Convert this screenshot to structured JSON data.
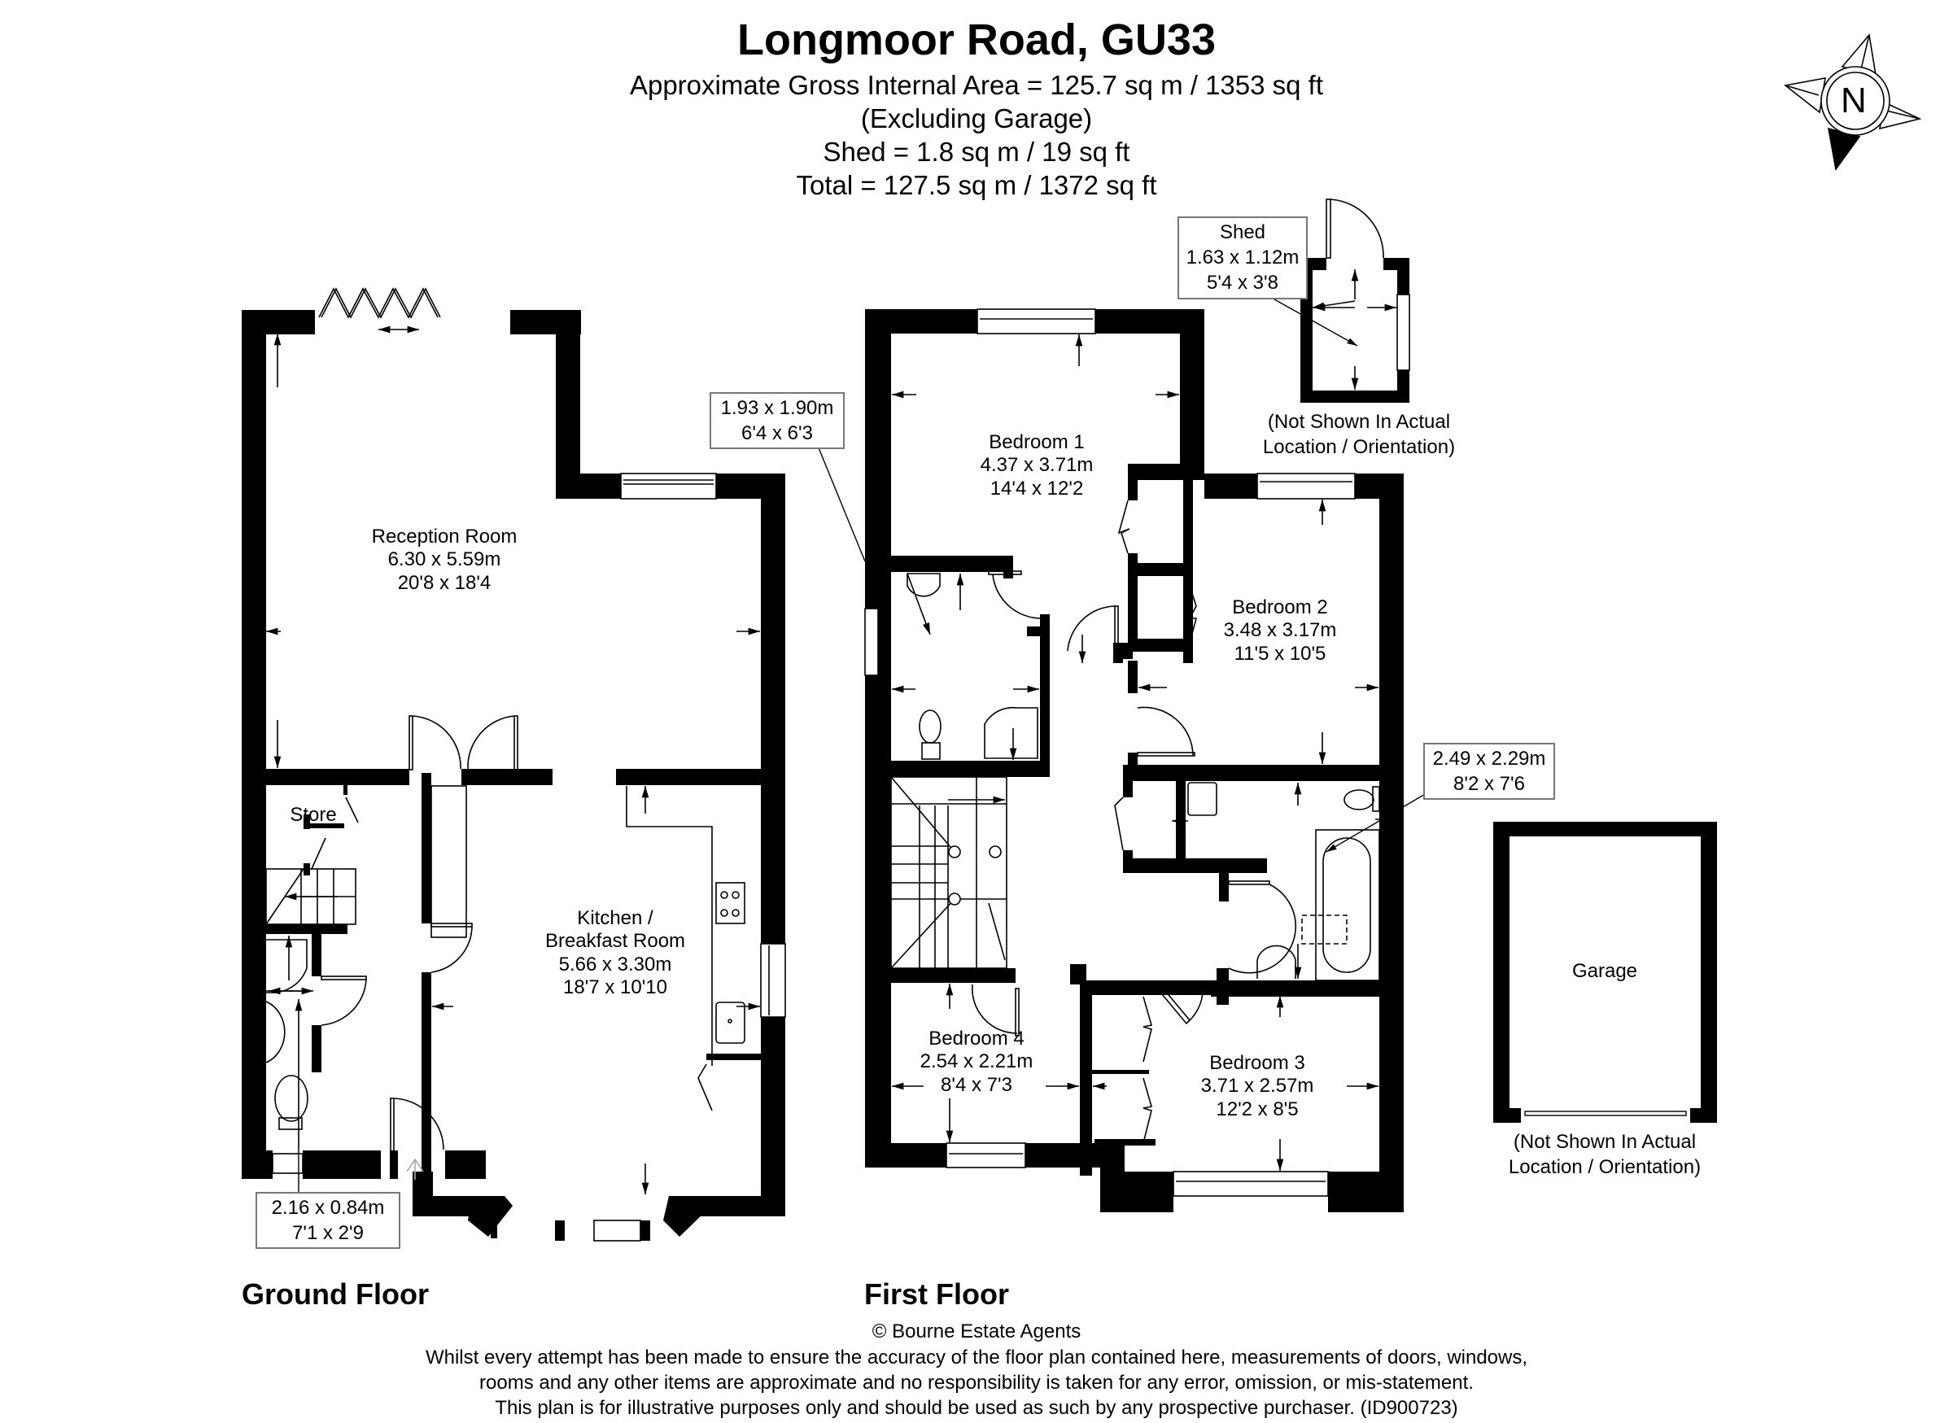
{
  "header": {
    "title": "Longmoor Road, GU33",
    "gia": "Approximate Gross Internal Area = 125.7 sq m / 1353 sq ft",
    "gia_note": "(Excluding Garage)",
    "shed_area": "Shed = 1.8 sq m / 19 sq ft",
    "total_area": "Total = 127.5 sq m / 1372 sq ft"
  },
  "compass": {
    "label": "N",
    "icon": "north-compass-icon"
  },
  "ground_floor": {
    "label": "Ground Floor",
    "rooms": [
      {
        "name": "Reception Room",
        "metric": "6.30 x 5.59m",
        "imperial": "20'8 x 18'4"
      },
      {
        "name": "Store"
      },
      {
        "name": "Kitchen /",
        "name2": "Breakfast Room",
        "metric": "5.66 x 3.30m",
        "imperial": "18'7 x 10'10"
      }
    ],
    "callouts": [
      {
        "metric": "2.16 x 0.84m",
        "imperial": "7'1 x 2'9"
      }
    ]
  },
  "first_floor": {
    "label": "First Floor",
    "rooms": [
      {
        "name": "Bedroom 1",
        "metric": "4.37 x 3.71m",
        "imperial": "14'4 x 12'2"
      },
      {
        "name": "Bedroom 2",
        "metric": "3.48 x 3.17m",
        "imperial": "11'5 x 10'5"
      },
      {
        "name": "Bedroom 3",
        "metric": "3.71 x 2.57m",
        "imperial": "12'2 x 8'5"
      },
      {
        "name": "Bedroom 4",
        "metric": "2.54 x 2.21m",
        "imperial": "8'4 x 7'3"
      }
    ],
    "callouts": [
      {
        "metric": "1.93 x 1.90m",
        "imperial": "6'4 x 6'3"
      },
      {
        "metric": "2.49 x 2.29m",
        "imperial": "8'2 x 7'6"
      }
    ]
  },
  "outbuildings": {
    "shed": {
      "name": "Shed",
      "metric": "1.63 x 1.12m",
      "imperial": "5'4 x 3'8",
      "note1": "(Not Shown In Actual",
      "note2": "Location / Orientation)"
    },
    "garage": {
      "name": "Garage",
      "note1": "(Not Shown In Actual",
      "note2": "Location / Orientation)"
    }
  },
  "footer": {
    "copyright": "© Bourne Estate Agents",
    "disclaimer1": "Whilst every attempt has been made to ensure the accuracy of the floor plan contained here, measurements of doors, windows,",
    "disclaimer2": "rooms and any other items are approximate and no responsibility is taken for any error, omission, or mis-statement.",
    "disclaimer3": "This plan is for illustrative purposes only and should be used as such by any prospective purchaser. (ID900723)"
  },
  "colors": {
    "wall": "#000000",
    "line": "#000000",
    "callout_border": "#777777",
    "background": "#ffffff"
  }
}
